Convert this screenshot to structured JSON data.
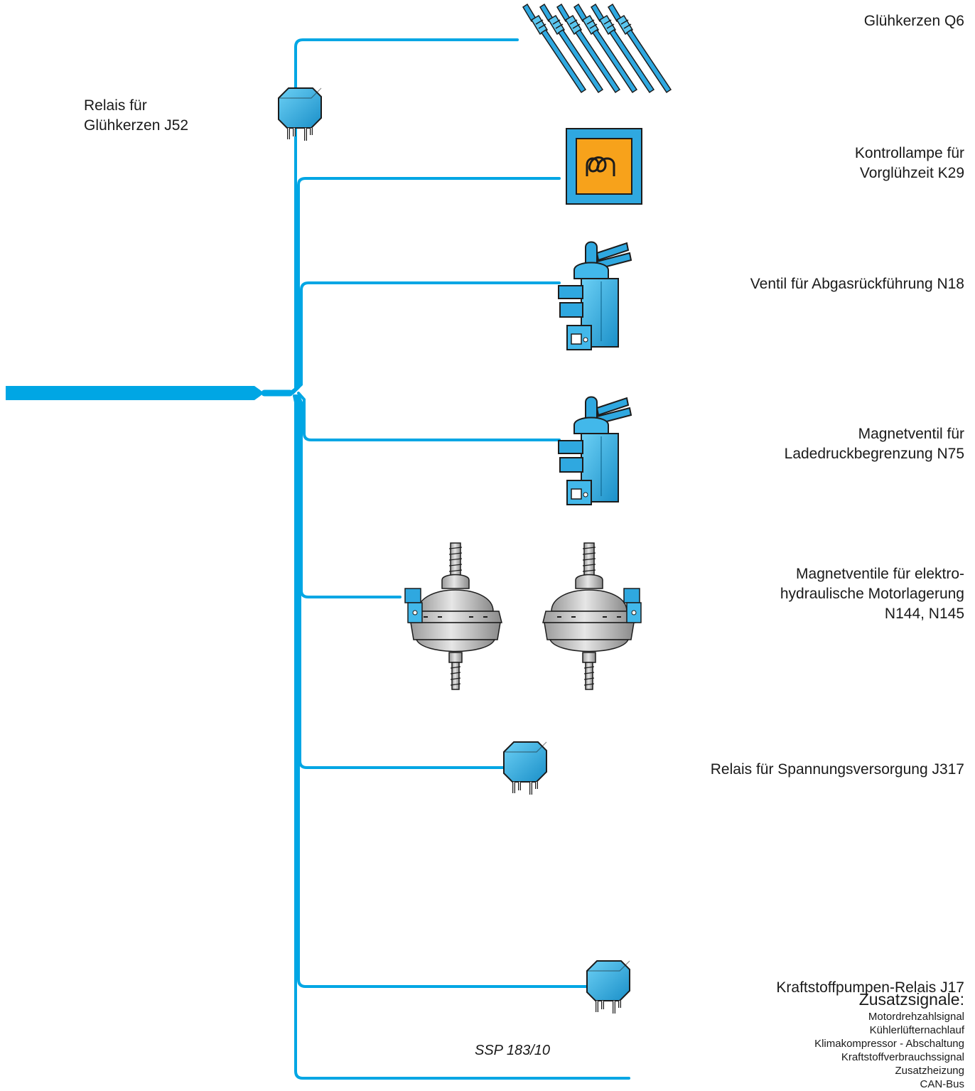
{
  "colors": {
    "line": "#00a6e4",
    "component": "#2fa8e0",
    "component_dark": "#0a5f88",
    "lamp_bg": "#f7a21b",
    "metal": "#cfcfcf"
  },
  "labels": {
    "relay_j52": [
      "Relais für",
      "Glühkerzen J52"
    ],
    "glowplugs_q6": [
      "Glühkerzen Q6"
    ],
    "lamp_k29": [
      "Kontrollampe für",
      "Vorglühzeit K29"
    ],
    "valve_n18": [
      "Ventil für Abgasrückführung N18"
    ],
    "valve_n75": [
      "Magnetventil für",
      "Ladedruckbegrenzung N75"
    ],
    "valves_n144_n145": [
      "Magnetventile für elektro-",
      "hydraulische Motorlagerung",
      "N144, N145"
    ],
    "relay_j317": [
      "Relais für Spannungsversorgung J317"
    ],
    "relay_j17": [
      "Kraftstoffpumpen-Relais J17"
    ],
    "extra_title": "Zusatzsignale:",
    "extra_items": [
      "Motordrehzahlsignal",
      "Kühlerlüfternachlauf",
      "Klimakompressor - Abschaltung",
      "Kraftstoffverbrauchssignal",
      "Zusatzheizung",
      "CAN-Bus"
    ]
  },
  "caption": "SSP 183/10",
  "icons": [
    "relay-icon",
    "glow-plug-icon",
    "glow-lamp-icon",
    "solenoid-valve-icon",
    "engine-mount-valve-icon"
  ]
}
